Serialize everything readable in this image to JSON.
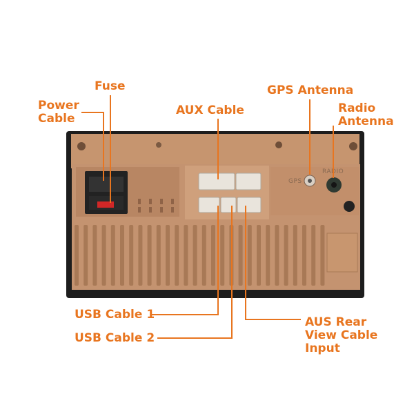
{
  "colors": {
    "callout": "#e8751f",
    "housing": "#c6956f",
    "housing_dark": "#a87956",
    "bezel": "#1d1d1d",
    "connector": "#e9e4dc",
    "background": "#ffffff"
  },
  "labels": {
    "fuse": "Fuse",
    "power_cable": [
      "Power",
      "Cable"
    ],
    "aux_cable": "AUX Cable",
    "gps_antenna": "GPS Antenna",
    "radio_antenna": [
      "Radio",
      "Antenna"
    ],
    "usb_cable_1": "USB Cable 1",
    "usb_cable_2": "USB Cable 2",
    "rear_view_input": [
      "AUS Rear",
      "View Cable",
      "Input"
    ]
  },
  "unit_markings": {
    "gps": "GPS",
    "radio": "RADIO"
  }
}
